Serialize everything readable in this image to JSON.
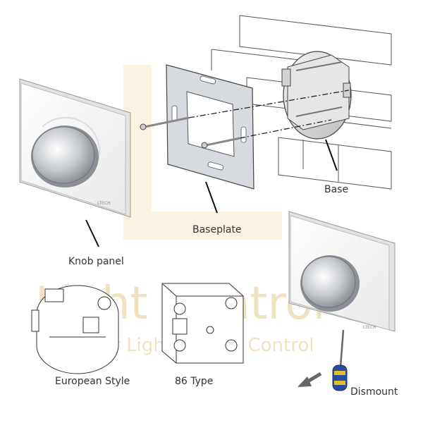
{
  "labels": {
    "base": "Base",
    "baseplate": "Baseplate",
    "knob_panel": "Knob panel",
    "european_style": "European Style",
    "type_86": "86 Type",
    "dismount": "Dismount"
  },
  "watermark": {
    "main": "Light Control",
    "sub": "Linear Lighting And Control"
  },
  "brand_mark": "LTECH",
  "colors": {
    "line": "#333333",
    "watermark": "#f1e2bf",
    "panel": "#f7f7f7",
    "metal": "#cfd4d9",
    "screwdriver_handle": "#2b4da0",
    "screwdriver_accent": "#e3c02a"
  }
}
